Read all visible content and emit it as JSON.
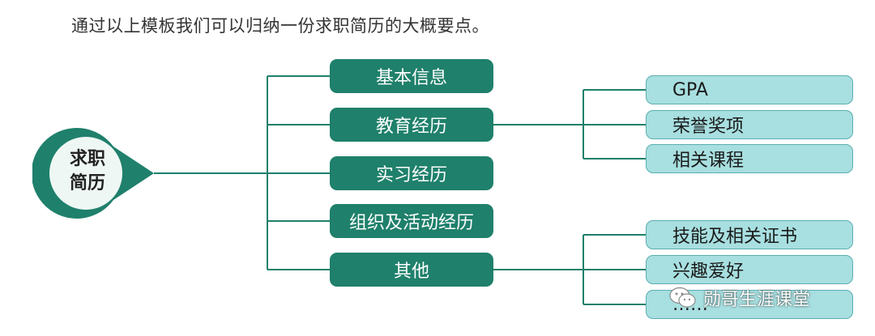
{
  "intro_text": "通过以上模板我们可以归纳一份求职简历的大概要点。",
  "root": {
    "line1": "求职",
    "line2": "简历"
  },
  "categories": [
    {
      "label": "基本信息"
    },
    {
      "label": "教育经历"
    },
    {
      "label": "实习经历"
    },
    {
      "label": "组织及活动经历"
    },
    {
      "label": "其他"
    }
  ],
  "education_details": [
    {
      "label": "GPA"
    },
    {
      "label": "荣誉奖项"
    },
    {
      "label": "相关课程"
    }
  ],
  "other_details": [
    {
      "label": "技能及相关证书"
    },
    {
      "label": "兴趣爱好"
    },
    {
      "label": "……"
    }
  ],
  "watermark": {
    "text": "勋哥生涯课堂",
    "icon": "wechat-icon"
  },
  "colors": {
    "primary_green": "#1f806b",
    "leaf_fill": "#a8dfe0",
    "leaf_border": "#5aaeb0",
    "root_fill": "#eef7f4"
  }
}
